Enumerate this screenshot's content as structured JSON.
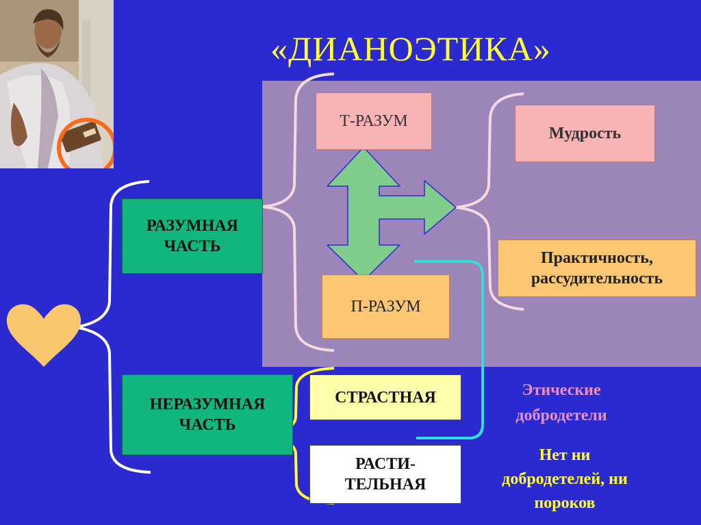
{
  "title": "«ДИАНОЭТИКА»",
  "portrait": {
    "icon": "philosopher-portrait-icon",
    "highlight_color": "#ff6a1a"
  },
  "heart": {
    "icon": "heart-icon",
    "color": "#f9c76d"
  },
  "nodes": {
    "rational_part": "РАЗУМНАЯ ЧАСТЬ",
    "irrational_part": "НЕРАЗУМНАЯ ЧАСТЬ",
    "t_reason": "Т-РАЗУМ",
    "p_reason": "П-РАЗУМ",
    "wisdom": "Мудрость",
    "practicality": "Практичность, рассудительность",
    "passionate": "СТРАСТНАЯ",
    "vegetative": "РАСТИ-ТЕЛЬНАЯ"
  },
  "labels": {
    "ethical_virtues": "Этические добродетели",
    "no_virtues": "Нет ни добродетелей, ни пороков"
  },
  "colors": {
    "background": "#2b2ad0",
    "panel": "#9c85b8",
    "arrow": "#80cc8a",
    "cyan_line": "#33dddd",
    "yellow_bracket": "#ffff33"
  }
}
